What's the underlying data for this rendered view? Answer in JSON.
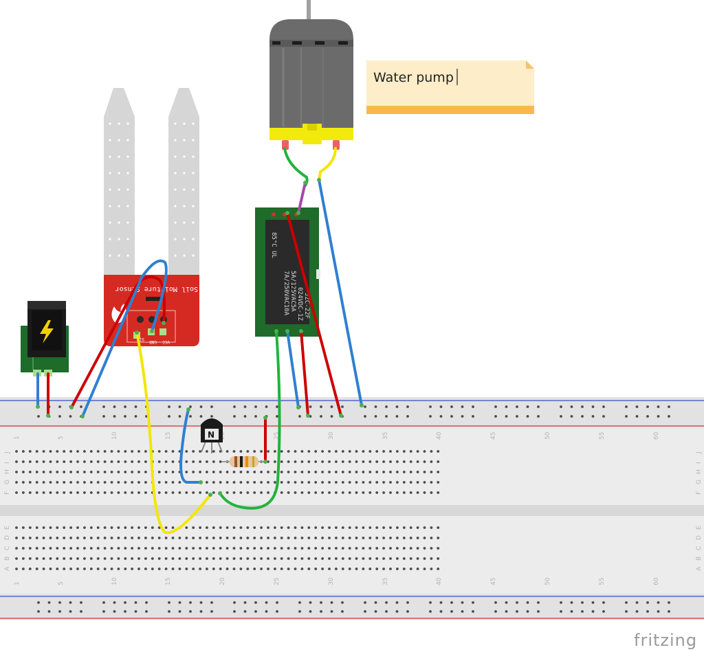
{
  "note": {
    "text": "Water pump"
  },
  "brand": {
    "text": "fritzing"
  },
  "sensor": {
    "label": "Soil Moisture Sensor",
    "pins": [
      "SIG",
      "GND",
      "VCC"
    ]
  },
  "relay": {
    "markings": [
      "JZC-22F",
      "024VDC-1Z",
      "5A/125VAC5A",
      "7A/250VAC10A",
      "85°C UL"
    ]
  },
  "breadboard": {
    "column_numbers": [
      "1",
      "5",
      "10",
      "15",
      "20",
      "25",
      "30",
      "35",
      "40",
      "45",
      "50",
      "55",
      "60"
    ],
    "row_letters_top": [
      "J",
      "I",
      "H",
      "G",
      "F"
    ],
    "row_letters_bottom": [
      "E",
      "D",
      "C",
      "B",
      "A"
    ]
  },
  "wire_colors": {
    "red": "#cc0000",
    "blue": "#2f7fd1",
    "yellow": "#f3e600",
    "green": "#22b33c",
    "purple": "#a24aa8"
  },
  "colors": {
    "sensor_board": "#d42a22",
    "relay_board": "#1e6b2a",
    "relay_body": "#2a2a2a",
    "pump_body": "#6b6b6b",
    "pump_collar": "#f2ea0c",
    "note_bg": "#fdedc8",
    "note_bar": "#f9b94a",
    "rail_red": "#e03030",
    "rail_blue": "#3050d0"
  },
  "icons": [
    "power-jack-icon",
    "lightning-icon",
    "transistor-icon",
    "resistor-icon"
  ]
}
